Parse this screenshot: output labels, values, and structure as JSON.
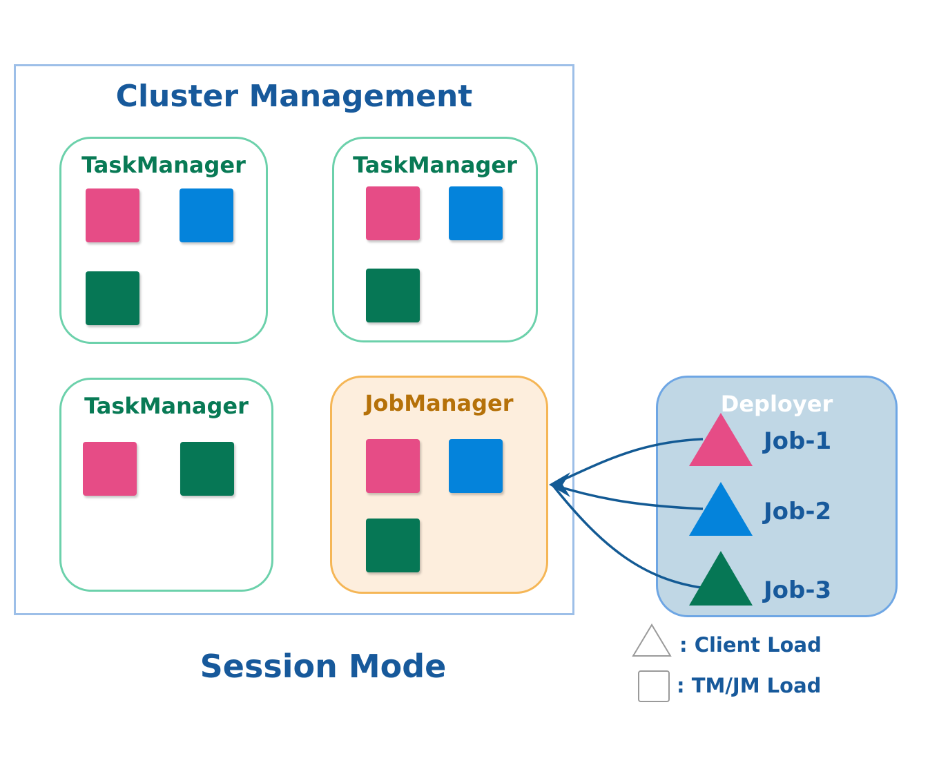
{
  "cluster": {
    "title": "Cluster Management"
  },
  "task_managers": [
    {
      "title": "TaskManager",
      "slots": [
        "pink",
        "blue",
        "green"
      ]
    },
    {
      "title": "TaskManager",
      "slots": [
        "pink",
        "blue",
        "green"
      ]
    },
    {
      "title": "TaskManager",
      "slots": [
        "pink",
        "green"
      ]
    }
  ],
  "job_manager": {
    "title": "JobManager",
    "slots": [
      "pink",
      "blue",
      "green"
    ]
  },
  "deployer": {
    "title": "Deployer",
    "jobs": [
      {
        "label": "Job-1",
        "color": "pink"
      },
      {
        "label": "Job-2",
        "color": "blue"
      },
      {
        "label": "Job-3",
        "color": "green"
      }
    ]
  },
  "mode_label": "Session Mode",
  "legend": {
    "client_load": ": Client Load",
    "tm_jm_load": ": TM/JM Load"
  },
  "colors": {
    "pink": "#e64c86",
    "blue": "#0483db",
    "green": "#067755",
    "arrow": "#135a94"
  }
}
